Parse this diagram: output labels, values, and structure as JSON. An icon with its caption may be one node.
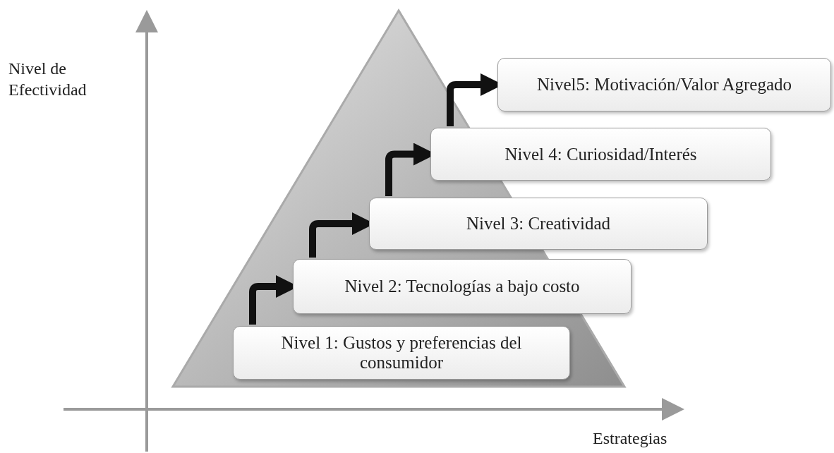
{
  "diagram": {
    "nodes": [
      {
        "text": [
          "Nivel 1: Gustos y preferencias del consumidor"
        ]
      },
      {
        "text": [
          "Nivel 2: Tecnologías a bajo costo"
        ]
      },
      {
        "text": [
          "Nivel 3: Creatividad"
        ]
      },
      {
        "text": [
          "Nivel 4: Curiosidad/Interés"
        ]
      },
      {
        "text": [
          "Nivel5: Motivación/Valor Agregado"
        ]
      }
    ],
    "edges": [
      {
        "from": 0,
        "to": 1,
        "arrow": "to"
      },
      {
        "from": 1,
        "to": 2,
        "arrow": "to"
      },
      {
        "from": 2,
        "to": 3,
        "arrow": "to"
      },
      {
        "from": 3,
        "to": 4,
        "arrow": "to"
      }
    ],
    "labels": [
      "Nivel de Efectividad",
      "Estrategias"
    ]
  }
}
